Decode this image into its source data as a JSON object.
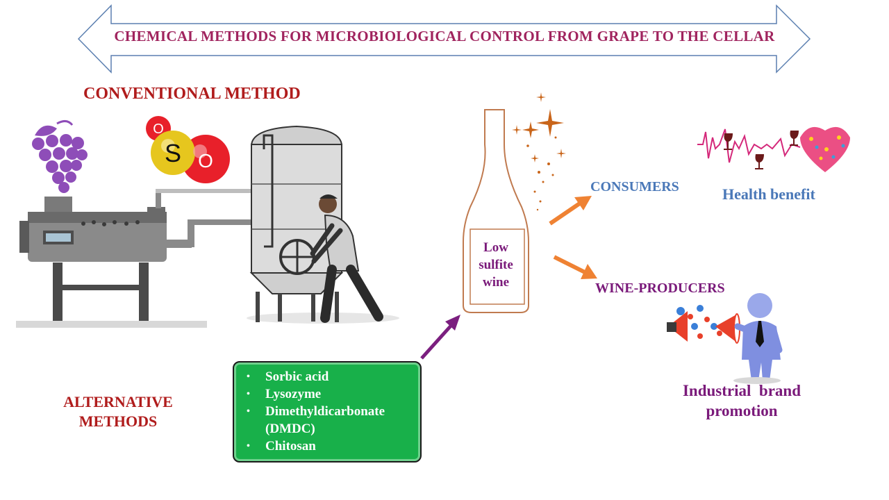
{
  "banner": {
    "title": "CHEMICAL  METHODS FOR MICROBIOLOGICAL  CONTROL FROM GRAPE TO THE CELLAR"
  },
  "conventional": {
    "label": "CONVENTIONAL METHOD",
    "molecule": {
      "center_atom": "S",
      "atoms": [
        "O",
        "O"
      ]
    }
  },
  "alternative": {
    "label_lines": [
      "ALTERNATIVE",
      "METHODS"
    ],
    "items": [
      "Sorbic acid",
      "Lysozyme",
      "Dimethyldicarbonate (DMDC)",
      "Chitosan"
    ]
  },
  "bottle": {
    "lines": [
      "Low",
      "sulfite",
      "wine"
    ]
  },
  "consumers": {
    "label": "CONSUMERS",
    "benefit": "Health benefit"
  },
  "producers": {
    "label": "WINE-PRODUCERS",
    "benefit_lines": [
      "Industrial  brand",
      "promotion"
    ]
  },
  "colors": {
    "banner_text": "#a0245e",
    "section_red": "#b01c1c",
    "consumer_blue": "#4a78b8",
    "producer_purple": "#7a1a7a",
    "box_green": "#18b04a",
    "arrow_orange": "#ef8233",
    "arrow_purple": "#7b1f7f",
    "grape": "#8e4db8"
  }
}
